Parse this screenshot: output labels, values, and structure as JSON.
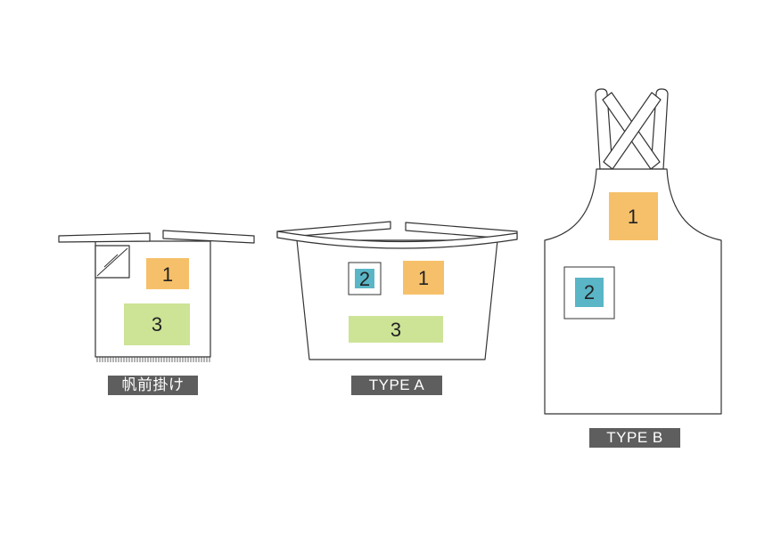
{
  "colors": {
    "zone1": "#f6c06a",
    "zone2": "#5ab6c6",
    "zone3": "#cde396",
    "caption_bg": "#5e5e5e"
  },
  "aprons": [
    {
      "caption": "帆前掛け",
      "zones": [
        {
          "label": "1"
        },
        {
          "label": "3"
        }
      ]
    },
    {
      "caption": "TYPE A",
      "zones": [
        {
          "label": "2"
        },
        {
          "label": "1"
        },
        {
          "label": "3"
        }
      ]
    },
    {
      "caption": "TYPE B",
      "zones": [
        {
          "label": "1"
        },
        {
          "label": "2"
        }
      ]
    }
  ]
}
